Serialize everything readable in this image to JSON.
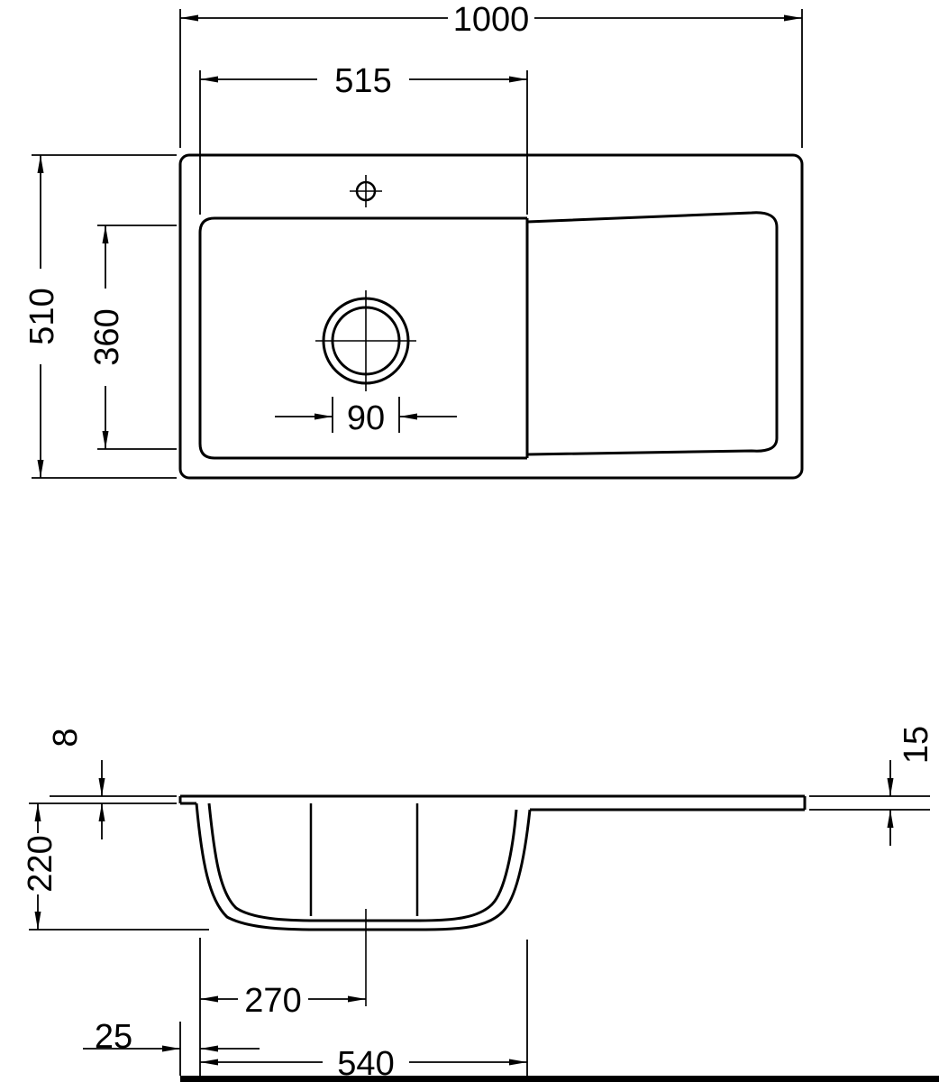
{
  "page": {
    "background_color": "#ffffff",
    "line_color": "#000000",
    "content": "technical dimension drawing of kitchen sink, plan view and section view"
  },
  "top_view": {
    "dims": {
      "overall_width": "1000",
      "bowl_width": "515",
      "overall_depth": "510",
      "bowl_depth": "360",
      "drain_diameter": "90"
    }
  },
  "side_view": {
    "dims": {
      "rim_thickness_front": "8",
      "rim_thickness_back": "15",
      "bowl_depth": "220",
      "drain_offset": "270",
      "edge_offset": "25",
      "bowl_length": "540"
    }
  }
}
